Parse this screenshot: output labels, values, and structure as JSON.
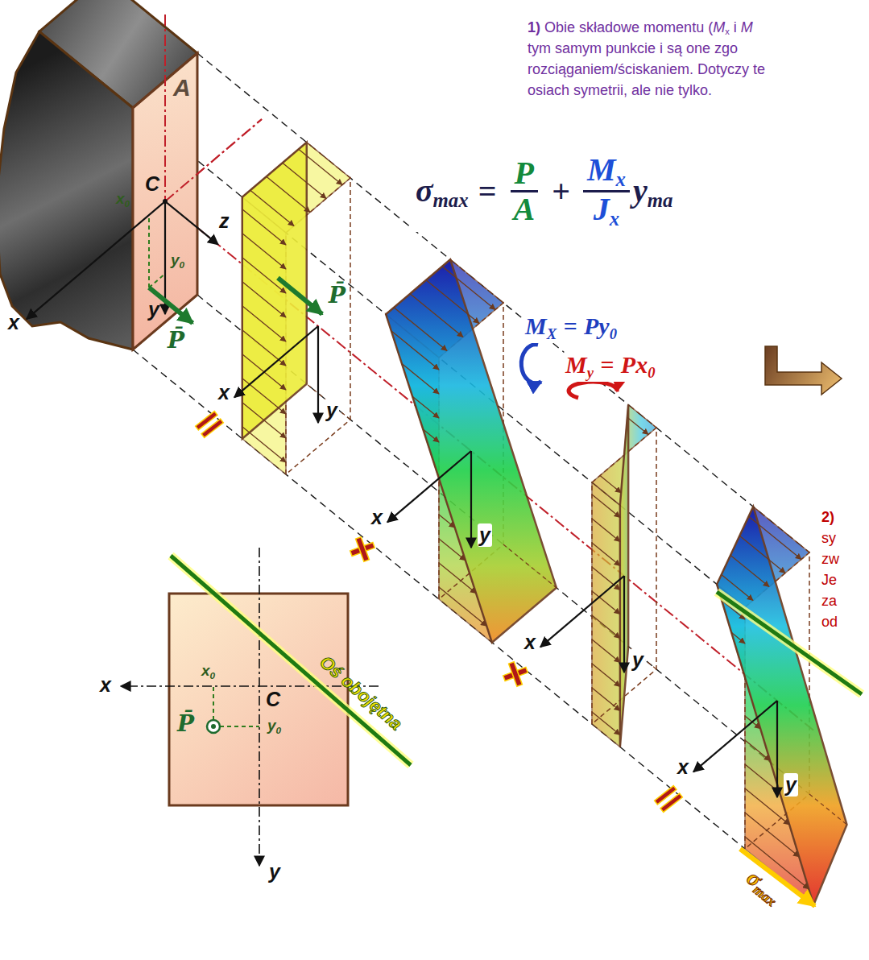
{
  "diagram": {
    "labels": [
      "1)",
      "Obie składowe momentu (",
      "M",
      "x",
      "i",
      "M",
      "tym samym punkcie i są one zgo",
      "rozciąganiem/ściskaniem. Dotyczy te",
      "osiach symetrii, ale nie tylko.",
      "σ",
      "max",
      "=",
      "P",
      "A",
      "+",
      "M",
      "x",
      "J",
      "x",
      "y",
      "ma",
      "A",
      "C",
      "x",
      "0",
      "y",
      "0",
      "z",
      "x",
      "y",
      "P̄",
      "P̄",
      "x",
      "y",
      "M",
      "X",
      "=",
      "P",
      "y",
      "0",
      "M",
      "y",
      "=",
      "P",
      "x",
      "0",
      "x",
      "y",
      "x",
      "y",
      "2)",
      "sy",
      "zw",
      "Je",
      "za",
      "od",
      "x",
      "y",
      "σ",
      "max",
      "x",
      "x",
      "0",
      "C",
      "P̄",
      "y",
      "0",
      "y",
      "Oś obojętna"
    ]
  }
}
